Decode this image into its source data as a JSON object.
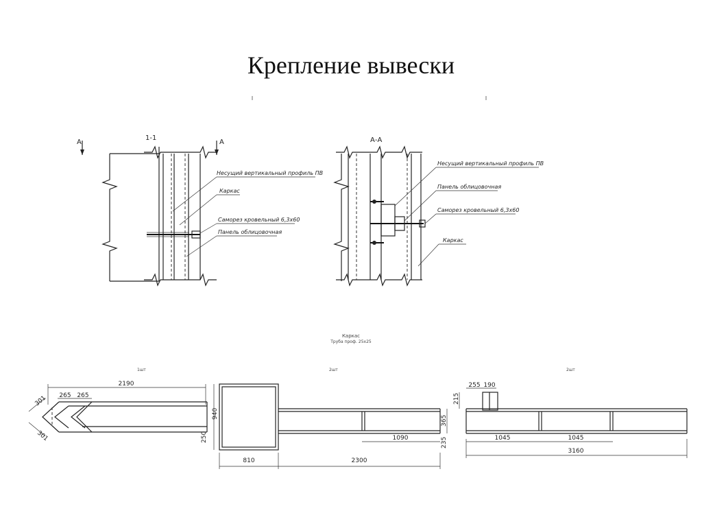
{
  "title": "Крепление вывески",
  "section_left": {
    "name": "1-1",
    "cut_marks": [
      "А",
      "А"
    ],
    "labels": [
      "Несущий вертикальный профиль ПВ",
      "Каркас",
      "Саморез кровельный 6,3х60",
      "Панель облицовочная"
    ]
  },
  "section_right": {
    "name": "А-А",
    "labels": [
      "Несущий вертикальный профиль ПВ",
      "Панель облицовочная",
      "Саморез кровельный 6,3х60",
      "Каркас"
    ]
  },
  "frame": {
    "title": "Каркас",
    "subtitle": "Труба проф. 25х25",
    "part1": {
      "qty": "1шт",
      "dims": [
        "2190",
        "265",
        "265",
        "301",
        "301",
        "940",
        "250"
      ]
    },
    "part2": {
      "qty": "2шт",
      "dims": [
        "810",
        "2300",
        "1090",
        "365",
        "235"
      ]
    },
    "part3": {
      "qty": "2шт",
      "dims": [
        "255",
        "190",
        "215",
        "1045",
        "1045",
        "3160"
      ]
    }
  }
}
